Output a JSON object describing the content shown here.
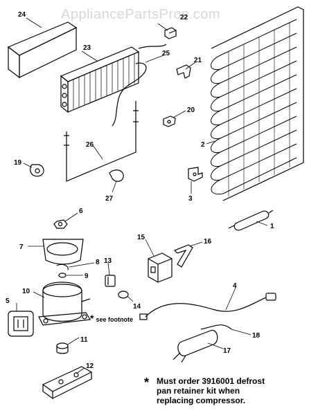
{
  "watermark": "AppliancePartsPros.com",
  "callouts": {
    "p1": "1",
    "p2": "2",
    "p3": "3",
    "p4": "4",
    "p5": "5",
    "p6": "6",
    "p7": "7",
    "p8": "8",
    "p9": "9",
    "p10": "10",
    "p11": "11",
    "p12": "12",
    "p13": "13",
    "p14": "14",
    "p15": "15",
    "p16": "16",
    "p17": "17",
    "p18": "18",
    "p19": "19",
    "p20": "20",
    "p21": "21",
    "p22": "22",
    "p23": "23",
    "p24": "24",
    "p25": "25",
    "p26": "26",
    "p27": "27"
  },
  "see_footnote": {
    "star": "*",
    "text": "see footnote"
  },
  "footnote": {
    "star": "*",
    "line1": "Must order 3916001 defrost",
    "line2": "pan retainer kit when",
    "line3": "replacing compressor."
  }
}
